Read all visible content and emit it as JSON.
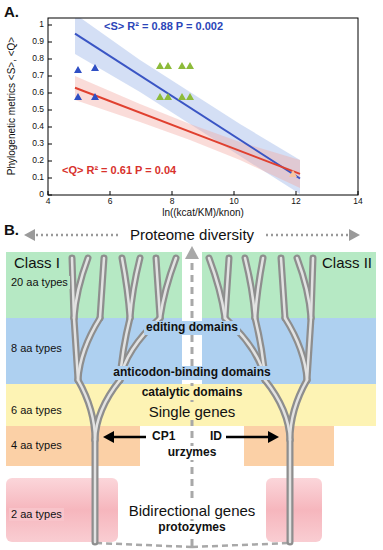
{
  "diagram": {
    "nodes": [
      {
        "text": [
          "Class I",
          "20 aa types"
        ]
      },
      {
        "text": [
          "Class II"
        ]
      },
      {
        "text": [
          "8 aa types"
        ]
      },
      {
        "text": [
          "catalytic domains",
          "Single genes",
          "6 aa types"
        ]
      },
      {
        "text": [
          "4 aa types"
        ]
      },
      {
        "text": [
          "2 aa types"
        ]
      }
    ],
    "labels": [
      "A.",
      "<S> R² = 0.88 P = 0.002",
      "<Q> R² = 0.61 P = 0.04",
      "Phylogenetic metrics <S>, <Q>",
      "1",
      "0.9",
      "0.8",
      "0.7",
      "0.6",
      "0.5",
      "0.4",
      "0.3",
      "0.2",
      "0.1",
      "0",
      "4",
      "6",
      "8",
      "10",
      "12",
      "14",
      "ln((kcat/KM)/knon)",
      "B.",
      "Proteome diversity",
      "editing domains",
      "anticodon-binding domains",
      "CP1",
      "ID",
      "urzymes",
      "Bidirectional genes",
      "protozymes"
    ]
  }
}
